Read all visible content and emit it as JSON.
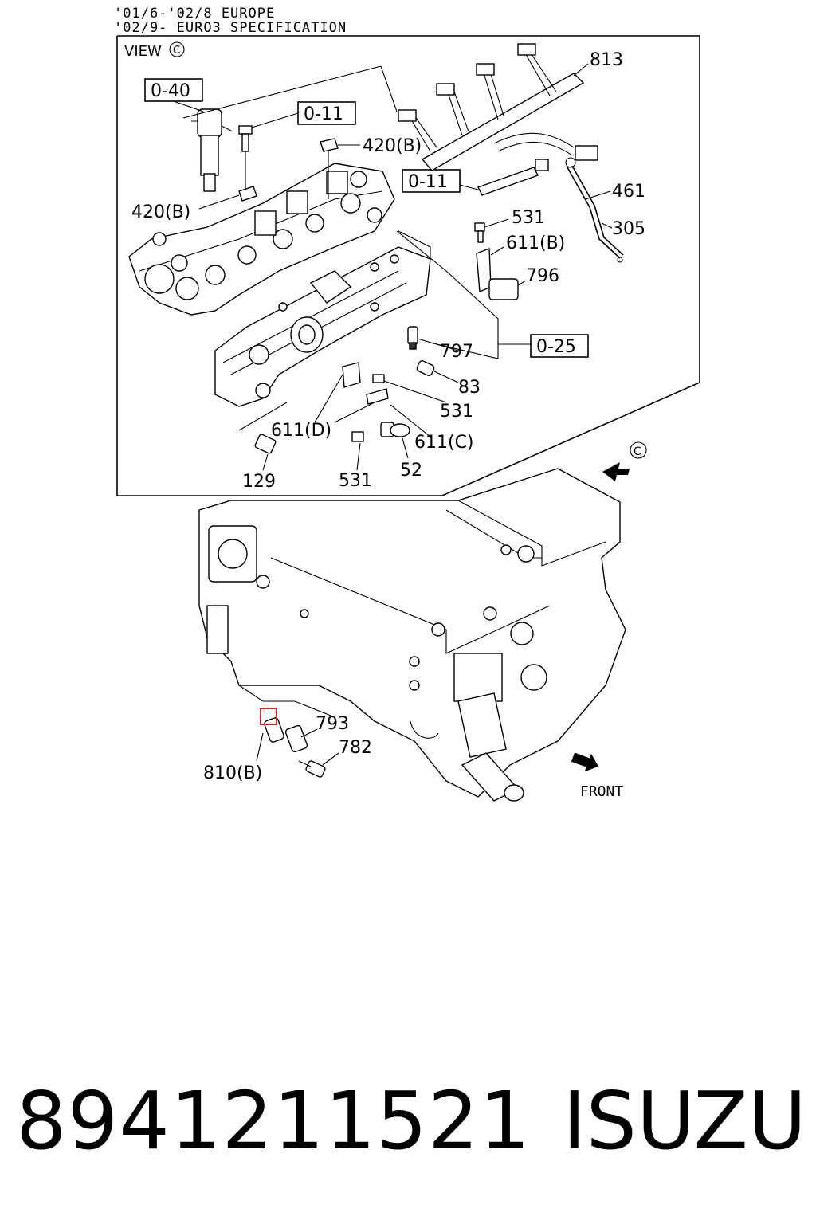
{
  "header": {
    "line1": "'01/6-'02/8 EUROPE",
    "line2": "'02/9- EURO3 SPECIFICATION"
  },
  "view_label": "VIEW",
  "view_mark": "C",
  "ref_boxes": {
    "r040": "0-40",
    "r011a": "0-11",
    "r011b": "0-11",
    "r025": "0-25"
  },
  "callouts": {
    "c813": "813",
    "c420b_top": "420(B)",
    "c420b_left": "420(B)",
    "c461": "461",
    "c531_a": "531",
    "c305": "305",
    "c611b": "611(B)",
    "c796": "796",
    "c797": "797",
    "c83": "83",
    "c531_b": "531",
    "c611d": "611(D)",
    "c611c": "611(C)",
    "c129": "129",
    "c531_c": "531",
    "c52": "52",
    "c793": "793",
    "c782": "782",
    "c810b": "810(B)"
  },
  "front_label": "FRONT",
  "footer": {
    "part_number": "8941211521",
    "brand": "ISUZU"
  },
  "colors": {
    "highlight": "#e02020",
    "ink": "#000000"
  }
}
